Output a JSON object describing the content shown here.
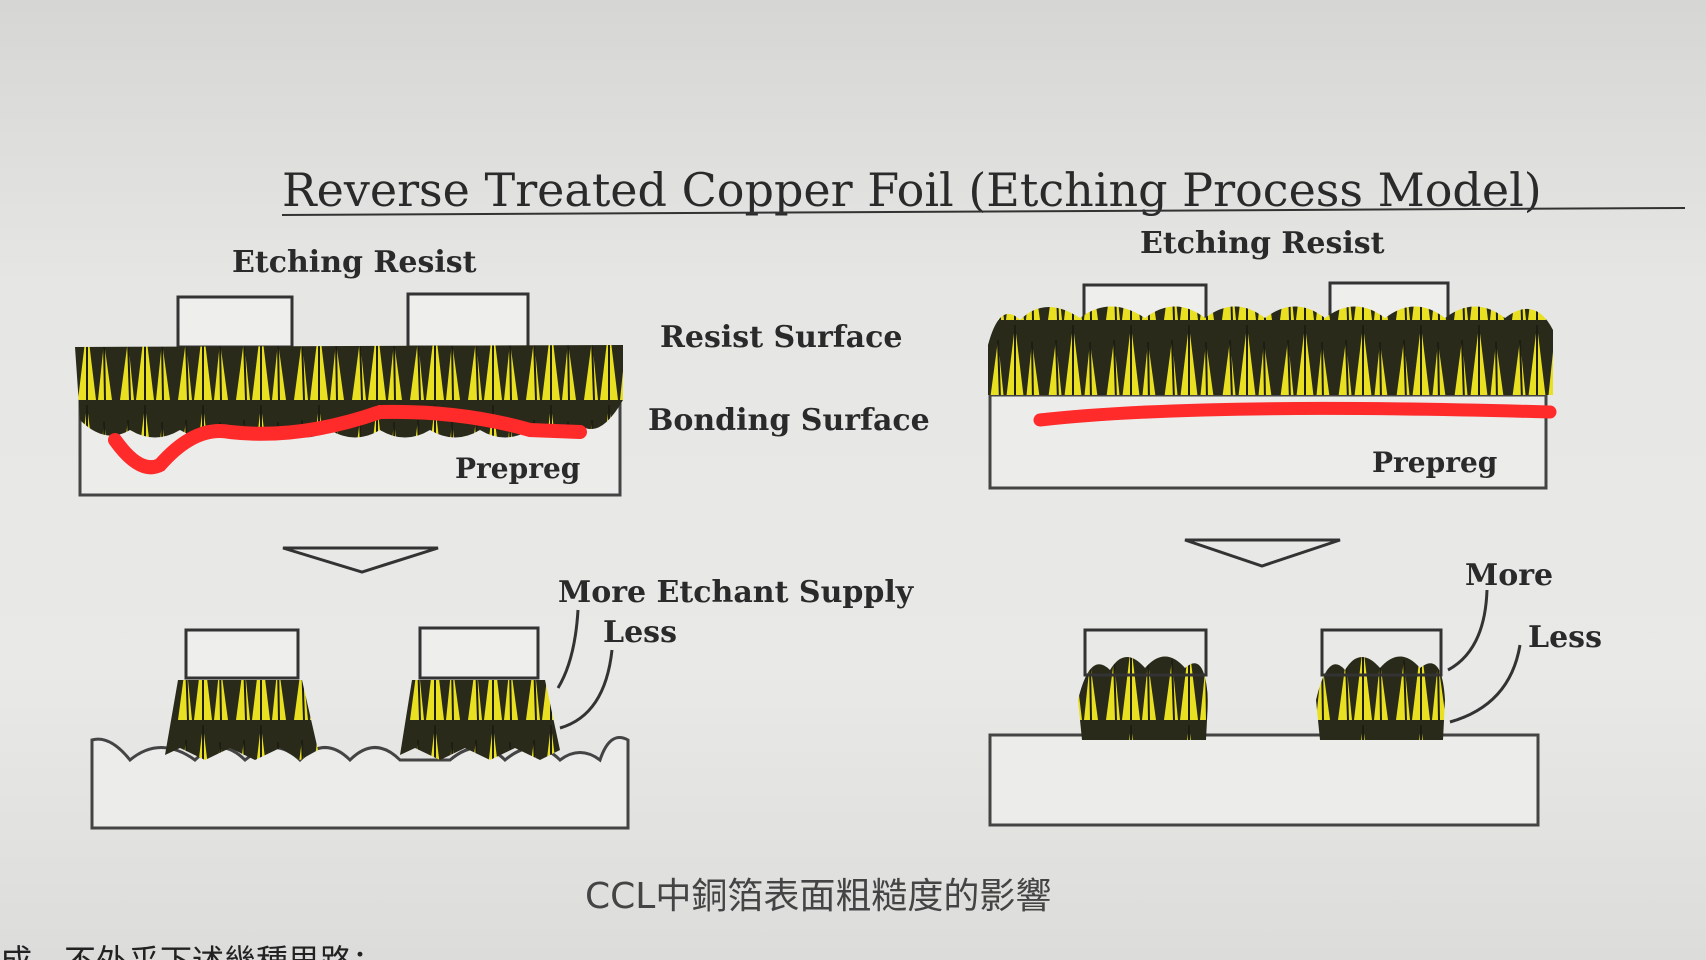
{
  "title": "Reverse Treated Copper Foil   (Etching Process Model)",
  "left": {
    "etching_resist": "Etching Resist",
    "prepreg": "Prepreg",
    "more_etchant_supply": "More Etchant Supply",
    "less": "Less"
  },
  "middle": {
    "resist_surface": "Resist Surface",
    "bonding_surface": "Bonding Surface"
  },
  "right": {
    "etching_resist": "Etching Resist",
    "prepreg": "Prepreg",
    "more": "More",
    "less": "Less"
  },
  "caption": "CCL中銅箔表面粗糙度的影響",
  "cut_text": "成，不外乎下述幾種思路：",
  "colors": {
    "foil": "#e8e020",
    "foil_dark": "#1d1d14",
    "highlight": "#ff2a2a"
  }
}
